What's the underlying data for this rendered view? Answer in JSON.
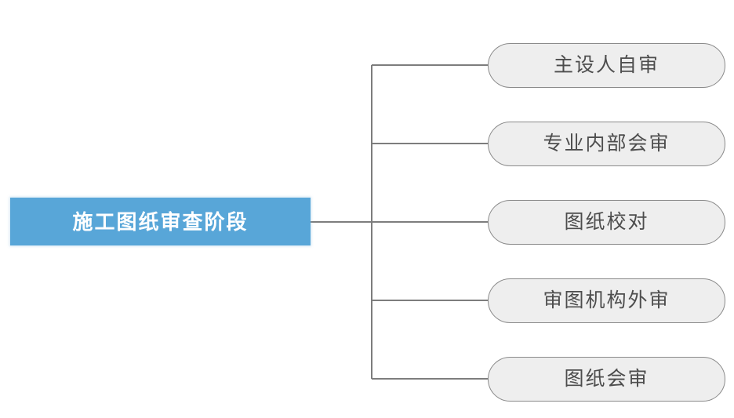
{
  "diagram": {
    "type": "org-chart",
    "background_color": "#ffffff",
    "root": {
      "label": "施工图纸审查阶段",
      "fill_color": "#58a6d8",
      "text_color": "#ffffff"
    },
    "leaf_style": {
      "fill_color": "#eeeeee",
      "border_color": "#8a8a8a",
      "text_color": "#4d4d4d"
    },
    "connector_color": "#7d7d7d",
    "leaves": [
      {
        "label": "主设人自审"
      },
      {
        "label": "专业内部会审"
      },
      {
        "label": "图纸校对"
      },
      {
        "label": "审图机构外审"
      },
      {
        "label": "图纸会审"
      }
    ]
  }
}
